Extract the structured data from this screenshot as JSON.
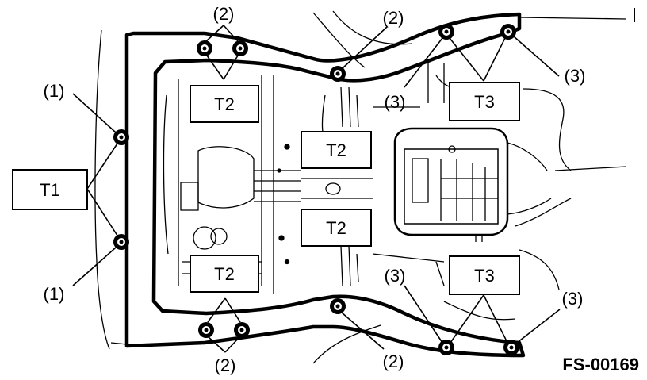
{
  "callouts": {
    "c1_top": "(1)",
    "c1_bottom": "(1)",
    "c2_top_left": "(2)",
    "c2_top_center": "(2)",
    "c2_bottom_left": "(2)",
    "c2_bottom_center": "(2)",
    "c3_top_right": "(3)",
    "c3_top_mid": "(3)",
    "c3_bottom_mid": "(3)",
    "c3_bottom_right": "(3)"
  },
  "torque_boxes": {
    "t1": "T1",
    "t2_upper_left": "T2",
    "t2_upper_center": "T2",
    "t2_lower_center": "T2",
    "t2_lower_left": "T2",
    "t3_upper": "T3",
    "t3_lower": "T3"
  },
  "figure_id": "FS-00169",
  "colors": {
    "ink": "#000000",
    "paper": "#ffffff"
  }
}
